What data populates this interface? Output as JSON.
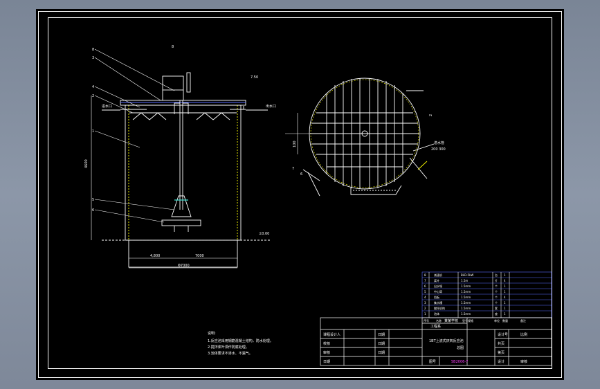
{
  "drawing": {
    "top_mark": "8",
    "left_view_labels": [
      "8",
      "3",
      "4",
      "2",
      "1",
      "5",
      "6"
    ],
    "elevation_top": "7.50",
    "elevation_bottom": "±0.00",
    "note_inlet": "进水口",
    "note_outlet": "出水口",
    "dim_height": "4600",
    "dim_base_left": "4,800",
    "dim_base_mid": "7000",
    "dim_total": "Φ7000",
    "circle_dim_1": "2",
    "circle_dim_2": "100",
    "circle_dim_3": "200 300",
    "circle_label": "7",
    "circle_label_b": "6",
    "circle_leader": "进水管"
  },
  "notes": {
    "title": "说明:",
    "lines": [
      "1.反应池采用钢筋混凝土结构，防水处理。",
      "2.搅拌桨叶须作防腐处理。",
      "3.池体要求不渗水、不漏气。"
    ]
  },
  "parts_list": {
    "rows": [
      [
        "8",
        "减速机",
        "BLD-5kW",
        "台",
        "1"
      ],
      [
        "7",
        "桨叶",
        "1.5m",
        "片",
        "4"
      ],
      [
        "6",
        "出水堰",
        "1.5mm",
        "个",
        "1"
      ],
      [
        "5",
        "中心筒",
        "1.5mm",
        "个",
        "1"
      ],
      [
        "4",
        "挡板",
        "1.5mm",
        "个",
        "4"
      ],
      [
        "3",
        "集水槽",
        "1.5mm",
        "个",
        "1"
      ],
      [
        "2",
        "搅拌机构",
        "1.5mm",
        "套",
        "1"
      ],
      [
        "1",
        "池体",
        "1.5mm",
        "座",
        "1"
      ]
    ],
    "header": [
      "序号",
      "名称",
      "型号规格",
      "单位",
      "数量",
      "备注"
    ]
  },
  "title_block": {
    "school": "某某学校",
    "dept": "工程系",
    "project_name": "1BT上流式厌氧反应池",
    "drawing_name": "总图",
    "drawing_no": "SB2006-7",
    "scale_label": "比例",
    "design_label": "设计",
    "check_label": "审核",
    "sheet_label": "图号",
    "row_labels": [
      "课程设计人",
      "校核",
      "审核",
      "日期"
    ],
    "row_mid_labels": [
      "日期",
      "日期",
      "日期",
      ""
    ],
    "right_labels": [
      "设计号",
      "共页",
      "第页"
    ]
  },
  "colors": {
    "sheet": "#000000",
    "line": "#ffffff",
    "accent_yellow": "#ffff00",
    "accent_blue": "#5a6cff",
    "accent_magenta": "#ff40ff",
    "accent_cyan": "#40e0d0"
  }
}
